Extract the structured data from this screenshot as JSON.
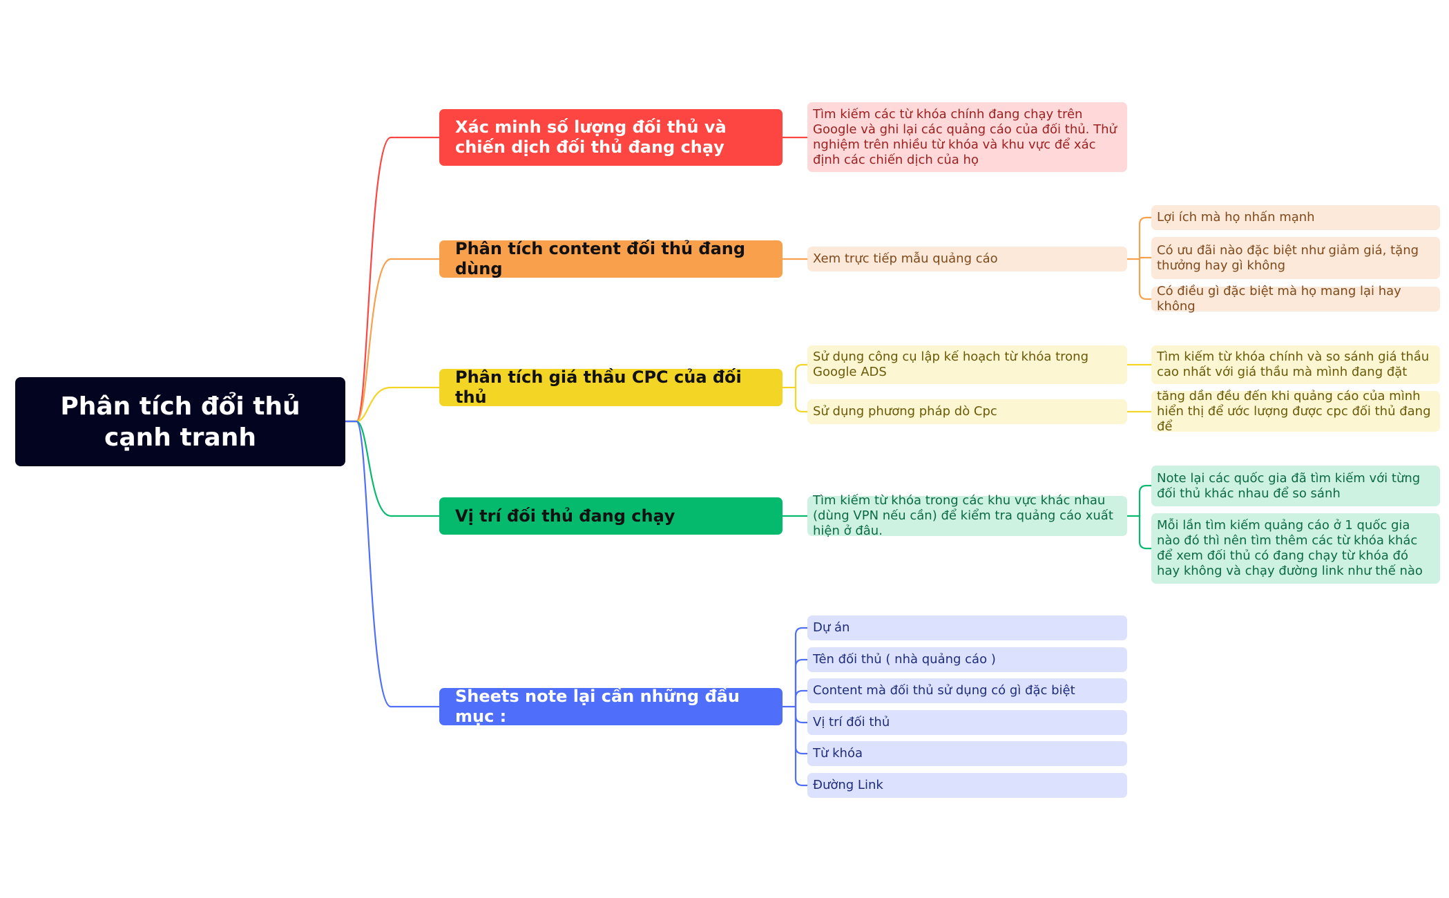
{
  "root": {
    "label": "Phân tích đổi thủ cạnh tranh"
  },
  "colors": {
    "red": "#fd4541",
    "orange": "#f8a04b",
    "yellow": "#f3d526",
    "green": "#05b96d",
    "blue": "#4f6ffa",
    "root": "#03041f"
  },
  "branches": [
    {
      "label": "Xác minh số lượng đối thủ và chiến dịch đối thủ đang chạy",
      "children": [
        {
          "label": "Tìm kiếm các từ khóa chính đang chạy trên Google và ghi lại các quảng cáo của đối thủ. Thử nghiệm trên nhiều từ khóa và khu vực để xác định các chiến dịch của họ"
        }
      ]
    },
    {
      "label": "Phân tích content đối thủ đang dùng",
      "children": [
        {
          "label": "Xem trực tiếp mẫu quảng cáo",
          "children": [
            {
              "label": "Lợi ích mà họ nhấn mạnh"
            },
            {
              "label": "Có ưu đãi nào đặc biệt như giảm giá, tặng thưởng hay gì không"
            },
            {
              "label": "Có điều gì đặc biệt mà họ mang lại hay không"
            }
          ]
        }
      ]
    },
    {
      "label": "Phân tích giá thầu CPC của đối thủ",
      "children": [
        {
          "label": "Sử dụng công cụ lập kế hoạch từ khóa trong Google ADS",
          "children": [
            {
              "label": "Tìm kiếm từ khóa chính và so sánh giá thầu cao nhất với giá thầu mà mình đang đặt"
            }
          ]
        },
        {
          "label": "Sử dụng phương pháp dò Cpc",
          "children": [
            {
              "label": "tăng dần đều đến khi quảng cáo của mình hiển thị để ước lượng được cpc đối thủ đang để"
            }
          ]
        }
      ]
    },
    {
      "label": "Vị trí đối thủ đang chạy",
      "children": [
        {
          "label": "Tìm kiếm từ khóa trong các khu vực khác nhau (dùng VPN nếu cần) để kiểm tra quảng cáo xuất hiện ở đâu.",
          "children": [
            {
              "label": "Note lại các quốc gia đã tìm kiếm với từng đối thủ khác nhau để so sánh"
            },
            {
              "label": "Mỗi lần tìm kiếm quảng cáo ở 1 quốc gia nào đó thì nên tìm thêm các từ khóa khác để xem đối thủ có đang chạy từ khóa đó hay không và chạy đường link như thế nào"
            }
          ]
        }
      ]
    },
    {
      "label": "Sheets note lại cần những đầu mục :",
      "children": [
        {
          "label": "Dự án"
        },
        {
          "label": "Tên đối thủ ( nhà quảng cáo )"
        },
        {
          "label": "Content mà đối thủ sử dụng có gì đặc biệt"
        },
        {
          "label": "Vị trí đối thủ"
        },
        {
          "label": "Từ khóa"
        },
        {
          "label": "Đường Link"
        }
      ]
    }
  ]
}
